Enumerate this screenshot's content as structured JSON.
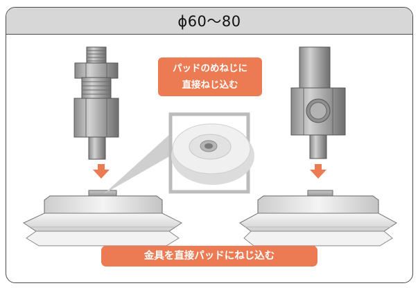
{
  "header": {
    "title": "ϕ60〜80"
  },
  "callouts": {
    "top_line1": "パッドのめねじに",
    "top_line2": "直接ねじ込む",
    "bottom": "金具を直接パッドにねじ込む"
  },
  "colors": {
    "accent": "#ec7a52",
    "header_bg": "#d7d7d7",
    "metal": "#9a9a9a",
    "pad": "#ececec"
  }
}
